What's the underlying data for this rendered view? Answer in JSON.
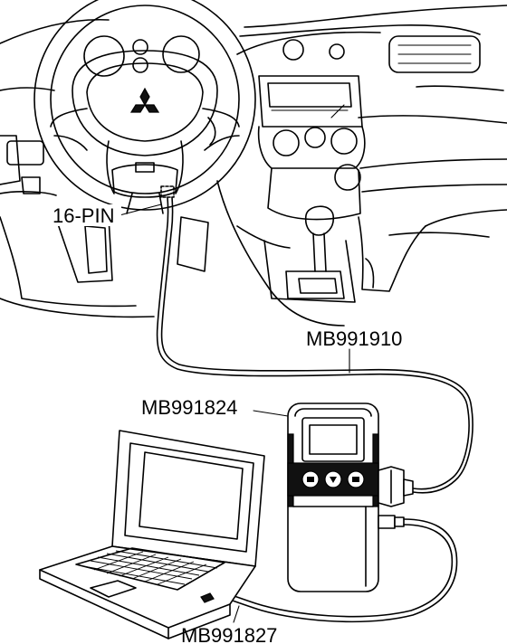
{
  "labels": {
    "connector": "16-PIN",
    "cable_main": "MB991910",
    "interface_unit": "MB991824",
    "cable_usb": "MB991827"
  },
  "icons": {
    "emblem": "mitsubishi-emblem-icon",
    "laptop": "laptop-icon",
    "interface": "vci-unit-icon"
  },
  "colors": {
    "line": "#000000",
    "background": "#ffffff"
  }
}
